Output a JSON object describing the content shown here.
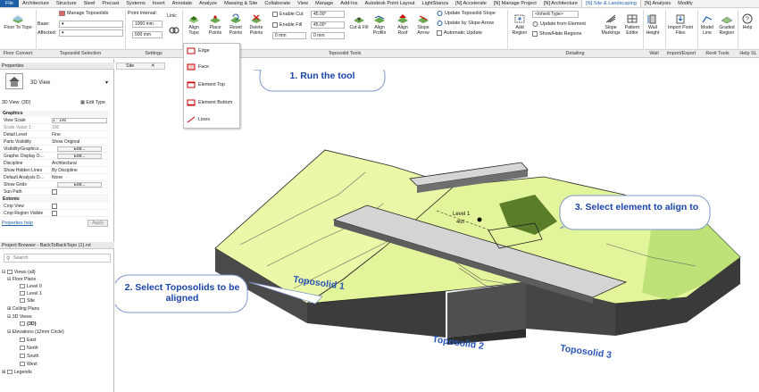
{
  "ribbon_tabs": [
    "File",
    "Architecture",
    "Structure",
    "Steel",
    "Precast",
    "Systems",
    "Insert",
    "Annotate",
    "Analyze",
    "Massing & Site",
    "Collaborate",
    "View",
    "Manage",
    "Add-Ins",
    "Autodesk Point Layout",
    "LightStanza",
    "[N] Accelerate",
    "[N] Manage Project",
    "[N] Architecture",
    "[N] Site & Landscaping",
    "[N] Analysis",
    "Modify"
  ],
  "active_tab": "[N] Site & Landscaping",
  "ribbon": {
    "floor_to_topo": "Floor To Topo",
    "manage_toposolids": "Manage Toposolids",
    "base_label": "Base:",
    "affected_label": "Affected:",
    "point_interval_label": "Point Interval:",
    "interval_1": "1000 mm",
    "interval_2": "500 mm",
    "link_label": "Link:",
    "align_topo": "Align Topo",
    "place_points": "Place Points",
    "reset_points": "Reset Points",
    "delete_points": "Delete Points",
    "enable_cut": "Enable Cut",
    "enable_fill": "Enable Fill",
    "cut_angle": "45.00°",
    "fill_angle": "45.00°",
    "dim_1": "0 mm",
    "dim_2": "0 mm",
    "cut_fill": "Cut & Fill",
    "align_profile": "Align Profile",
    "align_roof": "Align Roof",
    "slope_arrow": "Slope Arrow",
    "update_slope": "Update Toposolid Slope",
    "update_by_arrow": "Update by Slope Arrow",
    "automatic_update": "Automatic Update",
    "add_region": "Add Region",
    "inherit_type": "<Inherit Type>",
    "update_from_element": "Update from Element",
    "show_hide_regions": "Show/Hide Regions",
    "slope_markings": "Slope Markings",
    "pattern_editor": "Pattern Editor",
    "wall_height": "Wall Height",
    "import_point_files": "Import Point Files",
    "model_line": "Model Line",
    "graded_region": "Graded Region",
    "help": "Help"
  },
  "panels": [
    "Floor Convert",
    "Toposolid Selection",
    "Settings",
    "Toposolid Tools",
    "Detailing",
    "Wall",
    "Import/Export",
    "Revit Tools",
    "Help SL"
  ],
  "dropdown_items": [
    "Edge",
    "Face",
    "Element Top",
    "Element Bottom",
    "Lines"
  ],
  "properties": {
    "header": "Properties",
    "type_name": "3D View",
    "selector": "3D View: {3D}",
    "edit_type": "Edit Type",
    "group_graphics": "Graphics",
    "group_extents": "Extents",
    "rows": [
      {
        "k": "View Scale",
        "v": "1 : 100"
      },
      {
        "k": "Scale Value    1:",
        "v": "100"
      },
      {
        "k": "Detail Level",
        "v": "Fine"
      },
      {
        "k": "Parts Visibility",
        "v": "Show Original"
      },
      {
        "k": "Visibility/Graphics...",
        "v": "Edit..."
      },
      {
        "k": "Graphic Display O...",
        "v": "Edit..."
      },
      {
        "k": "Discipline",
        "v": "Architectural"
      },
      {
        "k": "Show Hidden Lines",
        "v": "By Discipline"
      },
      {
        "k": "Default Analysis D...",
        "v": "None"
      },
      {
        "k": "Show Grids",
        "v": "Edit..."
      },
      {
        "k": "Sun Path",
        "v": ""
      }
    ],
    "extents_rows": [
      {
        "k": "Crop View",
        "v": ""
      },
      {
        "k": "Crop Region Visible",
        "v": ""
      }
    ],
    "help_link": "Properties help",
    "apply": "Apply"
  },
  "browser": {
    "header": "Project Browser - BackToBackTopo (1).rvt",
    "search_placeholder": "Search",
    "items": [
      "Views (all)",
      "Floor Plans",
      "Level 0",
      "Level 1",
      "Site",
      "Ceiling Plans",
      "3D Views",
      "{3D}",
      "Elevations (12mm Circle)",
      "East",
      "North",
      "South",
      "West",
      "Legends"
    ]
  },
  "view_tab": "Site",
  "scene": {
    "level_label": "Level 1",
    "elev_label": "460",
    "toposolid_1": "Toposolid 1",
    "toposolid_2": "Toposolid 2",
    "toposolid_3": "Toposolid 3"
  },
  "callouts": {
    "c1": "1. Run the tool",
    "c2": "2. Select Toposolids to be aligned",
    "c3": "3. Select element to align to"
  }
}
